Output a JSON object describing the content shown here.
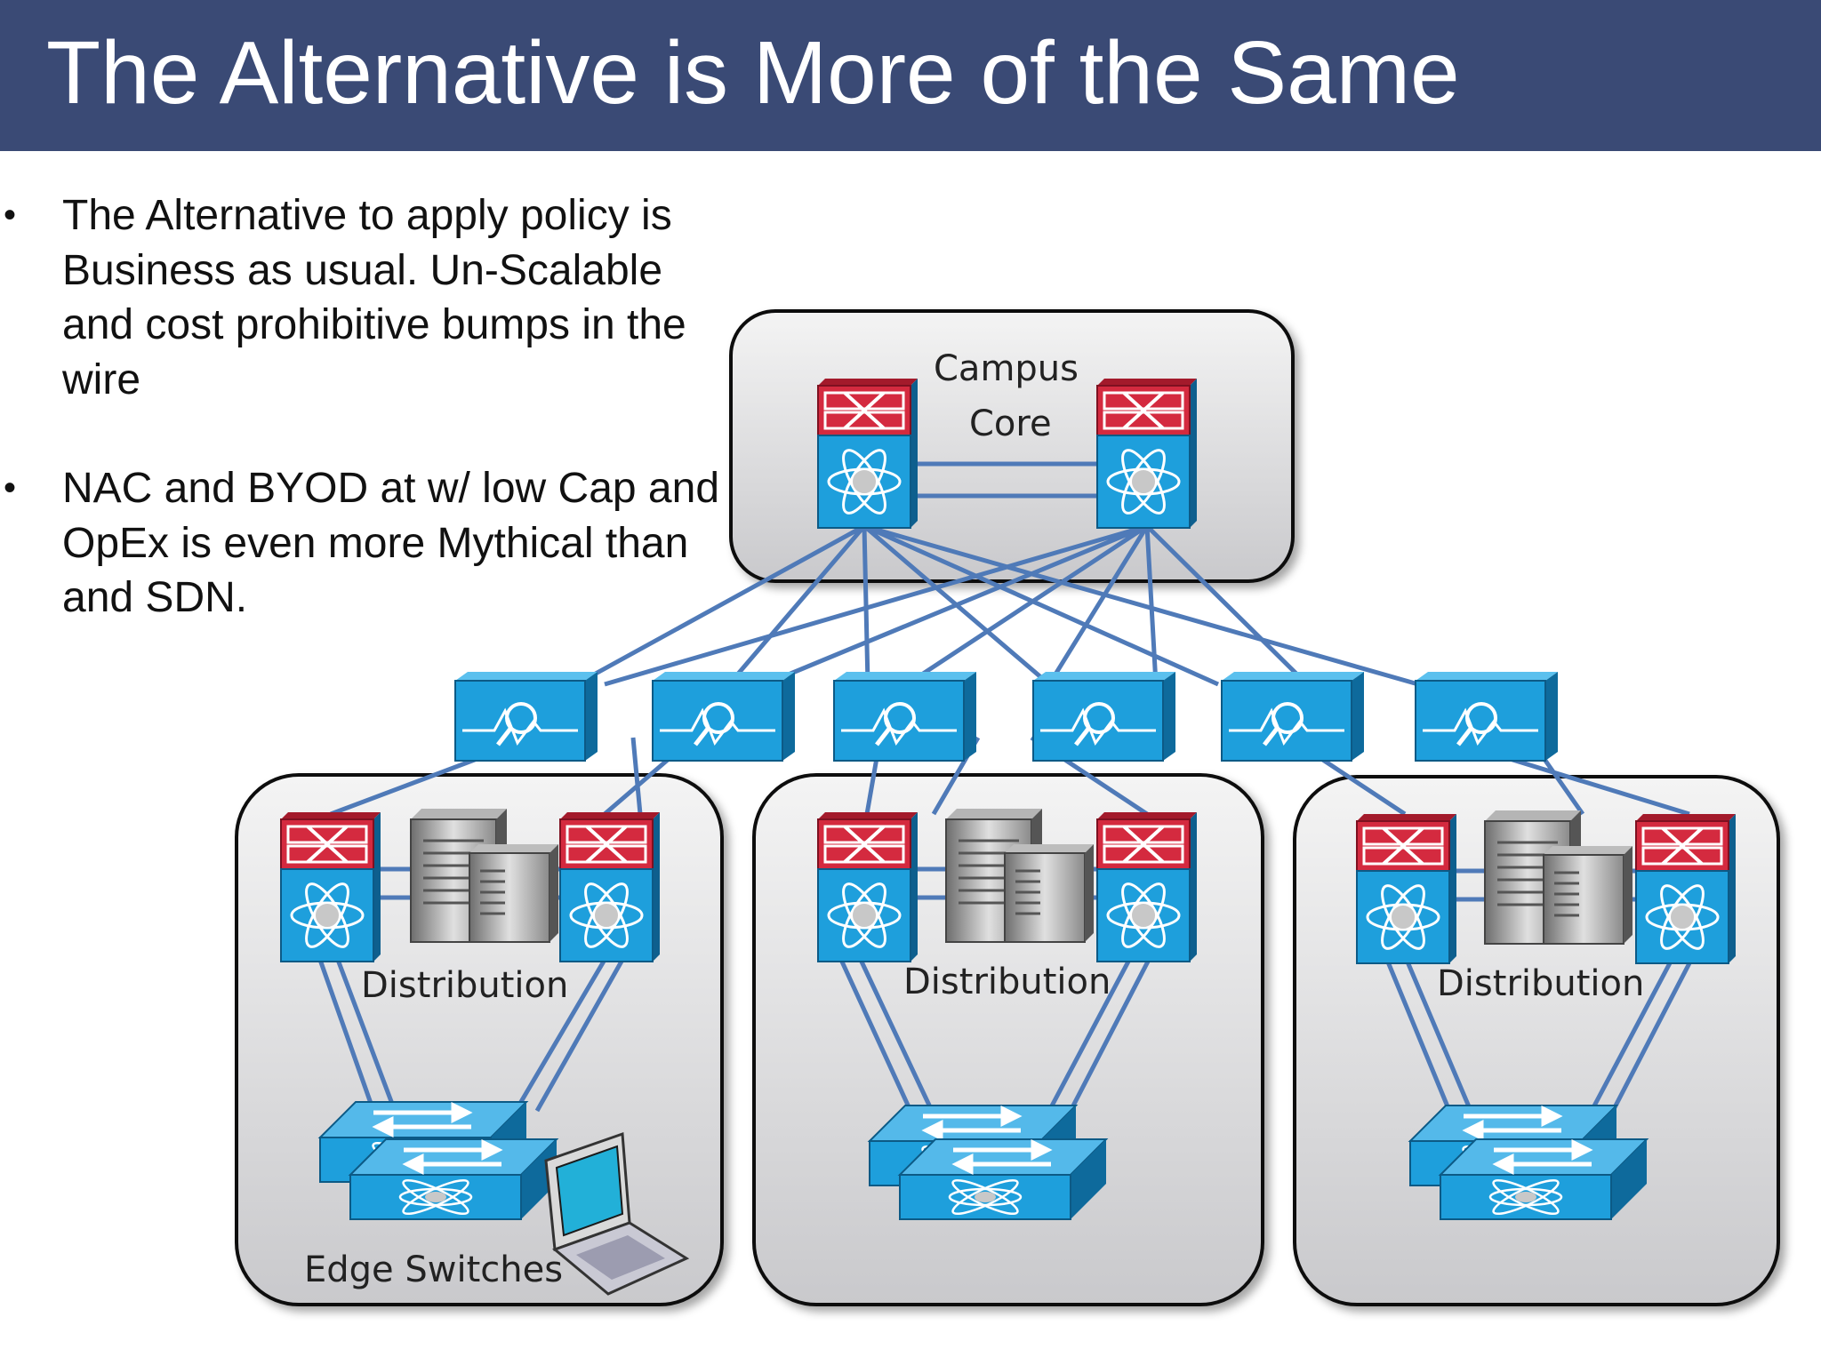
{
  "slide": {
    "title": "The Alternative is More of the Same",
    "bullets": [
      "The Alternative to apply policy is Business as usual. Un-Scalable and cost prohibitive bumps in the wire",
      "NAC and BYOD at w/ low Cap and OpEx is even more Mythical than and SDN."
    ]
  },
  "diagram": {
    "core_label_line1": "Campus",
    "core_label_line2": "Core",
    "distribution_label": "Distribution",
    "edge_label": "Edge Switches",
    "icons": [
      "l3-switch-icon",
      "firewall-icon",
      "ips-sensor-icon",
      "server-icon",
      "access-switch-icon",
      "laptop-icon"
    ],
    "colors": {
      "accent": "#3a4a75",
      "link": "#4f7ab8",
      "switch_blue": "#1e9fdc",
      "firewall_red": "#d42a3f"
    }
  }
}
